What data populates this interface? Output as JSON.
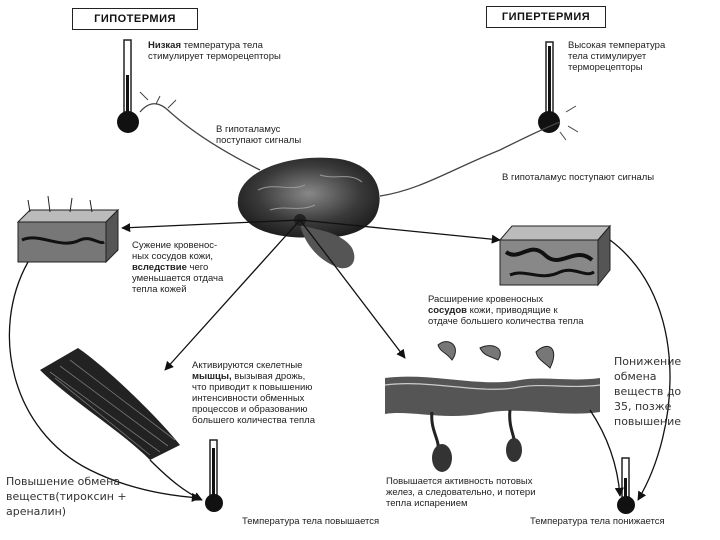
{
  "headers": {
    "hypothermia": "ГИПОТЕРМИЯ",
    "hyperthermia": "ГИПЕРТЕРМИЯ"
  },
  "captions": {
    "low_temp_bold": "Низкая",
    "low_temp_rest_1": " температура тела",
    "low_temp_line2": "стимулирует терморецепторы",
    "high_temp_line1": "Высокая температура",
    "high_temp_line2": "тела стимулирует",
    "high_temp_line3": "терморецепторы",
    "hypothalamus_left_1": "В гипоталамус",
    "hypothalamus_left_2": "поступают сигналы",
    "hypothalamus_right": "В гипоталамус поступают сигналы",
    "vasoconstriction_1": "Сужение кровенос-",
    "vasoconstriction_2": "ных сосудов кожи,",
    "vasoconstriction_3_bold": "вследствие",
    "vasoconstriction_3_rest": " чего",
    "vasoconstriction_4": "уменьшается отдача",
    "vasoconstriction_5": "тепла кожей",
    "vasodilation_1": "Расширение кровеносных",
    "vasodilation_2_bold": "сосудов",
    "vasodilation_2_rest": " кожи, приводящие к",
    "vasodilation_3": "отдаче большего количества тепла",
    "muscles_1": "Активируются скелетные",
    "muscles_2_bold": "мышцы,",
    "muscles_2_rest": " вызывая дрожь,",
    "muscles_3": "что приводит к повышению",
    "muscles_4": "интенсивности обменных",
    "muscles_5": "процессов и образованию",
    "muscles_6": "большего количества тепла",
    "sweat_1": "Повышается активность потовых",
    "sweat_2": "желез, а следовательно, и потери",
    "sweat_3": "тепла испарением",
    "temp_rises": "Температура тела повышается",
    "temp_falls": "Температура тела понижается"
  },
  "notes": {
    "right_1": "Понижение",
    "right_2": "обмена",
    "right_3": "веществ до",
    "right_4": "35, позже",
    "right_5": "повышение",
    "left_1": "Повышение обмена",
    "left_2": "веществ(тироксин +",
    "left_3": "ареналин)"
  }
}
